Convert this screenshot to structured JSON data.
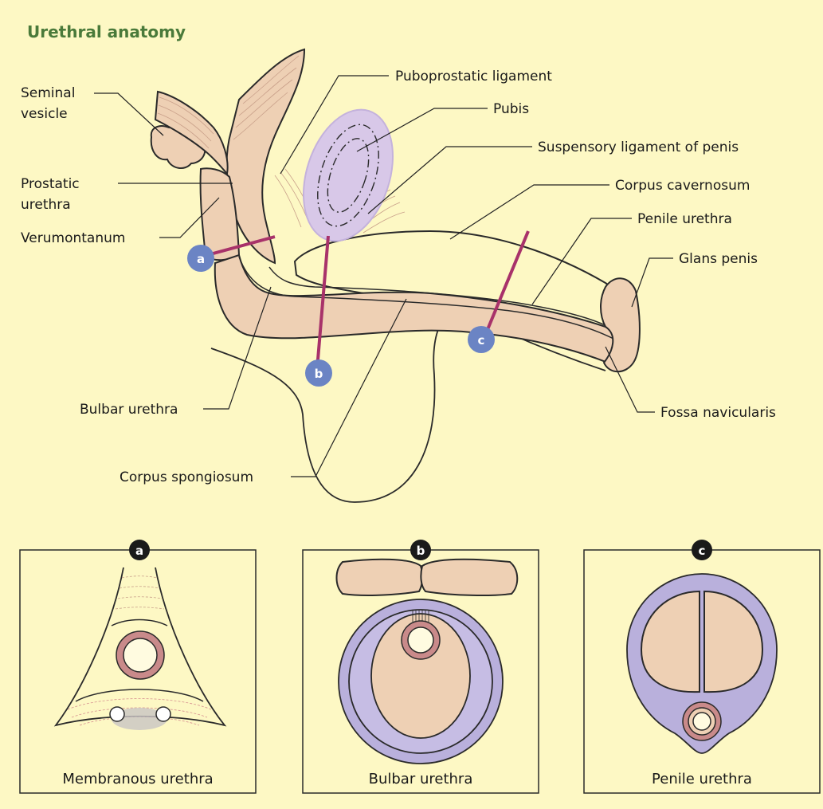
{
  "title": "Urethral anatomy",
  "labels": {
    "seminal_vesicle_line1": "Seminal",
    "seminal_vesicle_line2": "vesicle",
    "prostatic_urethra_line1": "Prostatic",
    "prostatic_urethra_line2": "urethra",
    "verumontanum": "Verumontanum",
    "puboprostatic_ligament": "Puboprostatic ligament",
    "pubis": "Pubis",
    "suspensory_ligament": "Suspensory ligament of penis",
    "corpus_cavernosum": "Corpus cavernosum",
    "penile_urethra": "Penile urethra",
    "glans_penis": "Glans penis",
    "fossa_navicularis": "Fossa navicularis",
    "bulbar_urethra": "Bulbar urethra",
    "corpus_spongiosum": "Corpus spongiosum"
  },
  "section_markers": [
    "a",
    "b",
    "c"
  ],
  "panels": [
    {
      "id": "a",
      "caption": "Membranous urethra"
    },
    {
      "id": "b",
      "caption": "Bulbar urethra"
    },
    {
      "id": "c",
      "caption": "Penile urethra"
    }
  ],
  "colors": {
    "background": "#fdf8c4",
    "title": "#4a7a3a",
    "tissue": "#eed0b4",
    "pubis": "#d8c8e8",
    "section_line": "#a8326a",
    "marker": "#6b84c4",
    "urethra_ring": "#c98a8a",
    "sheath": "#b9b0dc"
  }
}
